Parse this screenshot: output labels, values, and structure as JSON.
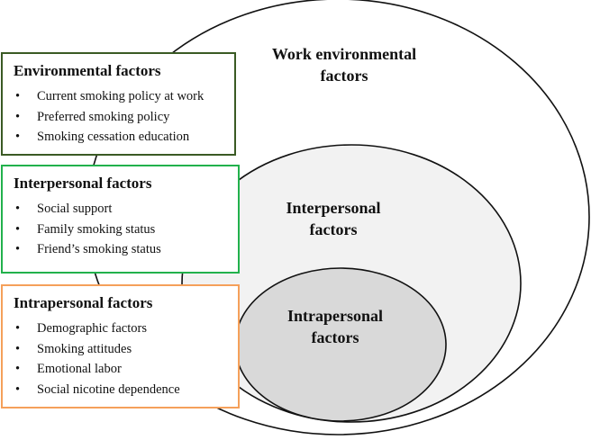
{
  "ellipses": {
    "work": {
      "label_line1": "Work environmental",
      "label_line2": "factors"
    },
    "interpersonal": {
      "label_line1": "Interpersonal",
      "label_line2": "factors"
    },
    "intrapersonal": {
      "label_line1": "Intrapersonal",
      "label_line2": "factors"
    }
  },
  "boxes": {
    "environmental": {
      "title": "Environmental factors",
      "items": [
        "Current smoking policy at work",
        "Preferred smoking policy",
        "Smoking cessation education"
      ]
    },
    "interpersonal": {
      "title": "Interpersonal factors",
      "items": [
        "Social support",
        "Family smoking status",
        "Friend’s smoking status"
      ]
    },
    "intrapersonal": {
      "title": "Intrapersonal factors",
      "items": [
        "Demographic factors",
        "Smoking attitudes",
        "Emotional labor",
        "Social nicotine dependence"
      ]
    }
  },
  "bullet_symbol": "•",
  "colors": {
    "environmental_border": "#3a5a24",
    "interpersonal_border": "#22b14c",
    "intrapersonal_border": "#f5a05a",
    "interpersonal_fill": "#f2f2f2",
    "intrapersonal_fill": "#d9d9d9"
  }
}
